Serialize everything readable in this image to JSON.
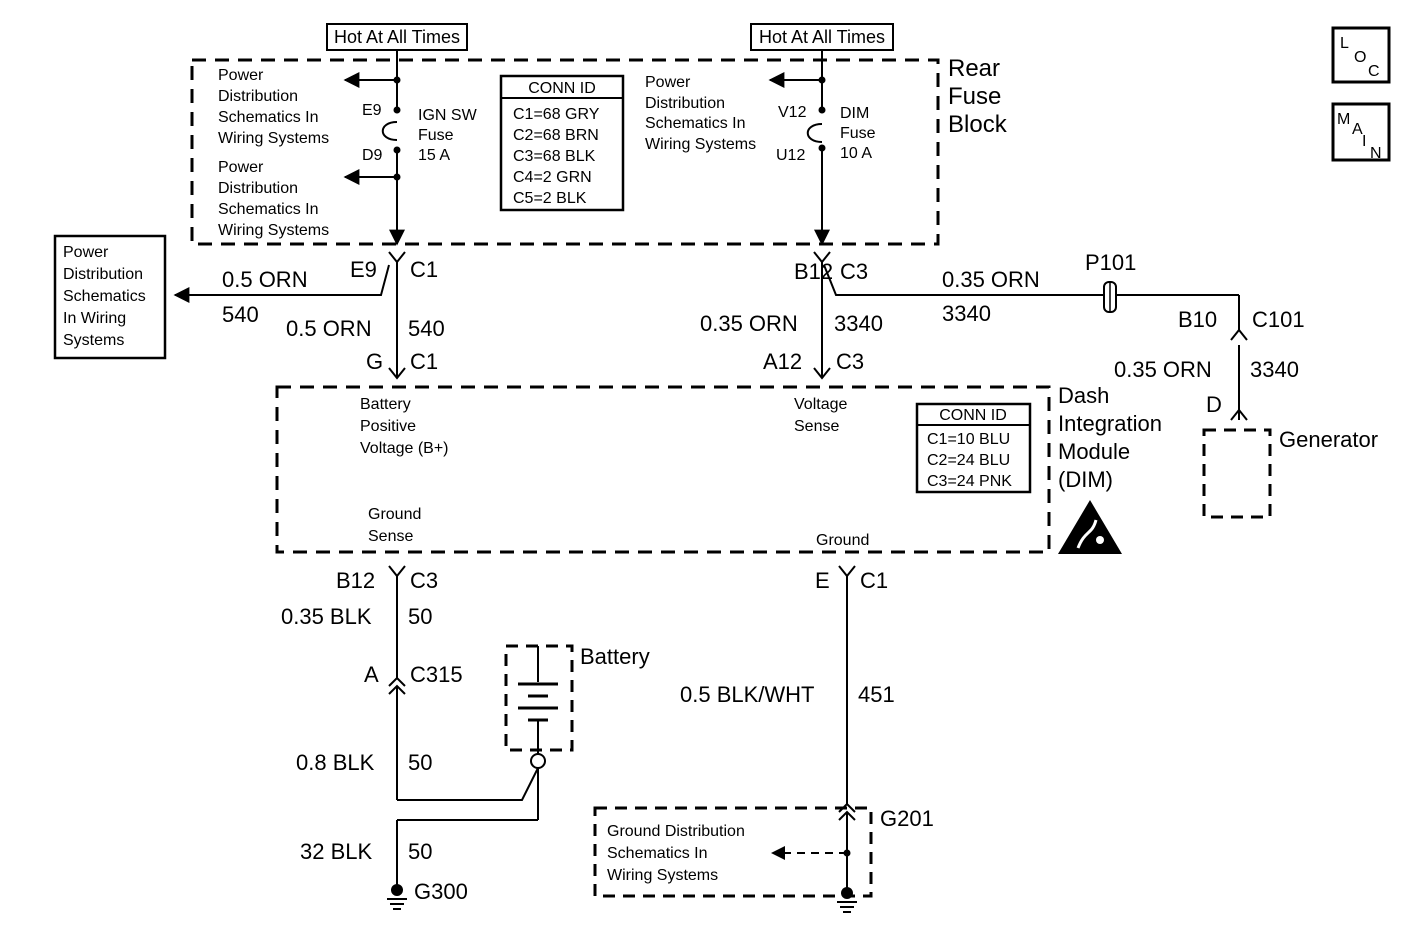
{
  "hot_left": "Hot At All Times",
  "hot_right": "Hot At All Times",
  "rear_fuse_block": [
    "Rear",
    "Fuse",
    "Block"
  ],
  "pd_left_top": [
    "Power",
    "Distribution",
    "Schematics In",
    "Wiring Systems"
  ],
  "pd_left_bottom": [
    "Power",
    "Distribution",
    "Schematics In",
    "Wiring Systems"
  ],
  "pd_right": [
    "Power",
    "Distribution",
    "Schematics In",
    "Wiring Systems"
  ],
  "pd_box": [
    "Power",
    "Distribution",
    "Schematics",
    "In Wiring",
    "Systems"
  ],
  "ign_fuse": {
    "top": "E9",
    "bottom": "D9",
    "label": [
      "IGN SW",
      "Fuse",
      "15 A"
    ]
  },
  "dim_fuse": {
    "top": "V12",
    "bottom": "U12",
    "label": [
      "DIM",
      "Fuse",
      "10 A"
    ]
  },
  "conn_id_fuse": {
    "title": "CONN ID",
    "rows": [
      "C1=68 GRY",
      "C2=68 BRN",
      "C3=68 BLK",
      "C4=2 GRN",
      "C5=2 BLK"
    ]
  },
  "conn_id_dim": {
    "title": "CONN ID",
    "rows": [
      "C1=10 BLU",
      "C2=24 BLU",
      "C3=24 PNK"
    ]
  },
  "wires": {
    "e9": "E9",
    "c1a": "C1",
    "w1": "0.5 ORN",
    "w1n": "540",
    "w2": "0.5 ORN",
    "w2n": "540",
    "g": "G",
    "c1b": "C1",
    "b12a": "B12",
    "c3a": "C3",
    "w3": "0.35 ORN",
    "w3n": "3340",
    "w4": "0.35 ORN",
    "w4n": "3340",
    "a12": "A12",
    "c3b": "C3",
    "p101": "P101",
    "b10": "B10",
    "c101": "C101",
    "w5": "0.35 ORN",
    "w5n": "3340",
    "d": "D",
    "b12b": "B12",
    "c3c": "C3",
    "w6": "0.35 BLK",
    "w6n": "50",
    "a": "A",
    "c315": "C315",
    "w7": "0.8 BLK",
    "w7n": "50",
    "w8": "32 BLK",
    "w8n": "50",
    "g300": "G300",
    "e": "E",
    "c1c": "C1",
    "w9": "0.5 BLK/WHT",
    "w9n": "451",
    "g201": "G201"
  },
  "dim_module": [
    "Dash",
    "Integration",
    "Module",
    "(DIM)"
  ],
  "dim_pins": {
    "bpv": [
      "Battery",
      "Positive",
      "Voltage (B+)"
    ],
    "vs": [
      "Voltage",
      "Sense"
    ],
    "gs": [
      "Ground",
      "Sense"
    ],
    "gnd": "Ground"
  },
  "generator": "Generator",
  "battery": "Battery",
  "ground_dist": [
    "Ground Distribution",
    "Schematics In",
    "Wiring Systems"
  ],
  "loc": [
    "L",
    "O",
    "C"
  ],
  "main": [
    "M",
    "A",
    "I",
    "N"
  ]
}
